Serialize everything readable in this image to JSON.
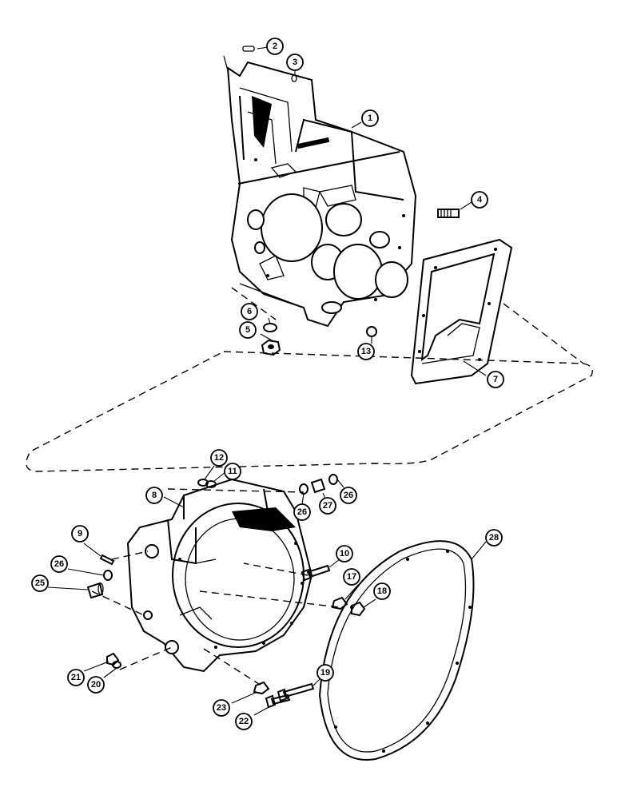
{
  "callouts": {
    "c1": "1",
    "c2": "2",
    "c3": "3",
    "c4": "4",
    "c5": "5",
    "c6": "6",
    "c7": "7",
    "c8": "8",
    "c9": "9",
    "c10": "10",
    "c11": "11",
    "c12": "12",
    "c13": "13",
    "c17": "17",
    "c18": "18",
    "c19": "19",
    "c20": "20",
    "c21": "21",
    "c22": "22",
    "c23": "23",
    "c25": "25",
    "c26a": "26",
    "c26b": "26",
    "c26c": "26",
    "c27": "27",
    "c28": "28"
  }
}
